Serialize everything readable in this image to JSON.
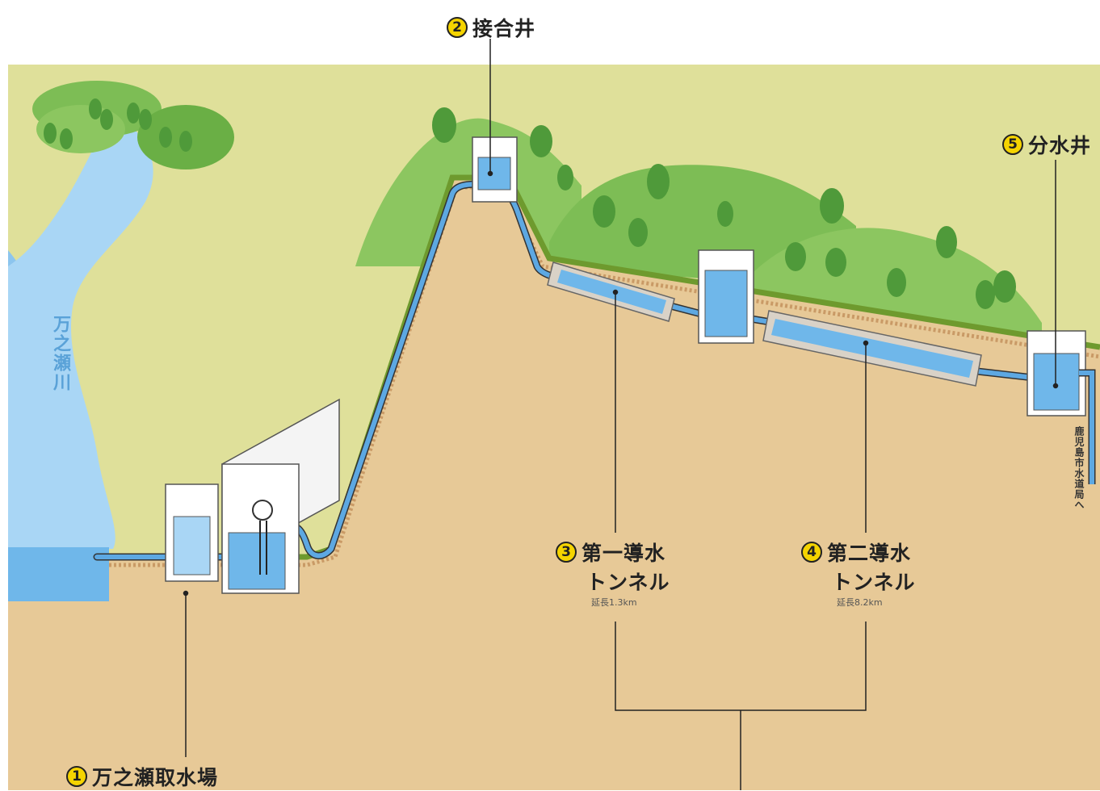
{
  "labels": {
    "l1": {
      "num": "1",
      "text": "万之瀬取水場"
    },
    "l2": {
      "num": "2",
      "text": "接合井"
    },
    "l3": {
      "num": "3",
      "line1": "第一導水",
      "line2": "トンネル",
      "sub": "延長1.3km"
    },
    "l4": {
      "num": "4",
      "line1": "第二導水",
      "line2": "トンネル",
      "sub": "延長8.2km"
    },
    "l5": {
      "num": "5",
      "text": "分水井"
    }
  },
  "river_name": "万之瀬川",
  "outlet_text": "鹿児島市水道局へ",
  "colors": {
    "ground": "#e7c997",
    "grass": "#dfe09a",
    "hill": "#8cc660",
    "hill_dark": "#5aa23a",
    "tree": "#4f9a3a",
    "water": "#6fb7ea",
    "water_light": "#a9d6f5",
    "pipe": "#5da8e2",
    "structure": "#ffffff",
    "structure_edge": "#555555",
    "badge": "#f5d400"
  }
}
